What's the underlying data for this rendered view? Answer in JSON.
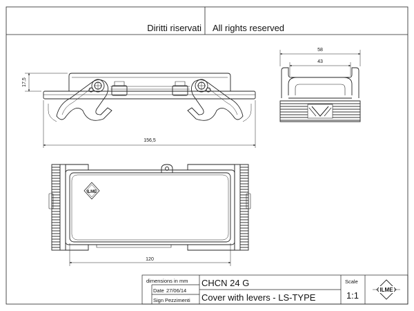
{
  "header": {
    "left": "Diritti riservati",
    "right": "All rights reserved"
  },
  "dimensions": {
    "side_height": "17,5",
    "side_width": "156,5",
    "end_outer": "58",
    "end_inner": "43",
    "top_width": "120"
  },
  "title_block": {
    "units_label": "dimensions in mm",
    "date_label": "Date",
    "date_value": "27/06/14",
    "sign_label": "Sign",
    "pieces_label": "Pezzimenti",
    "part_code": "CHCN 24 G",
    "description": "Cover with levers - LS-TYPE",
    "scale_label": "Scale",
    "scale_value": "1:1",
    "logo_text": "ILME"
  },
  "logo_text": "ILME"
}
